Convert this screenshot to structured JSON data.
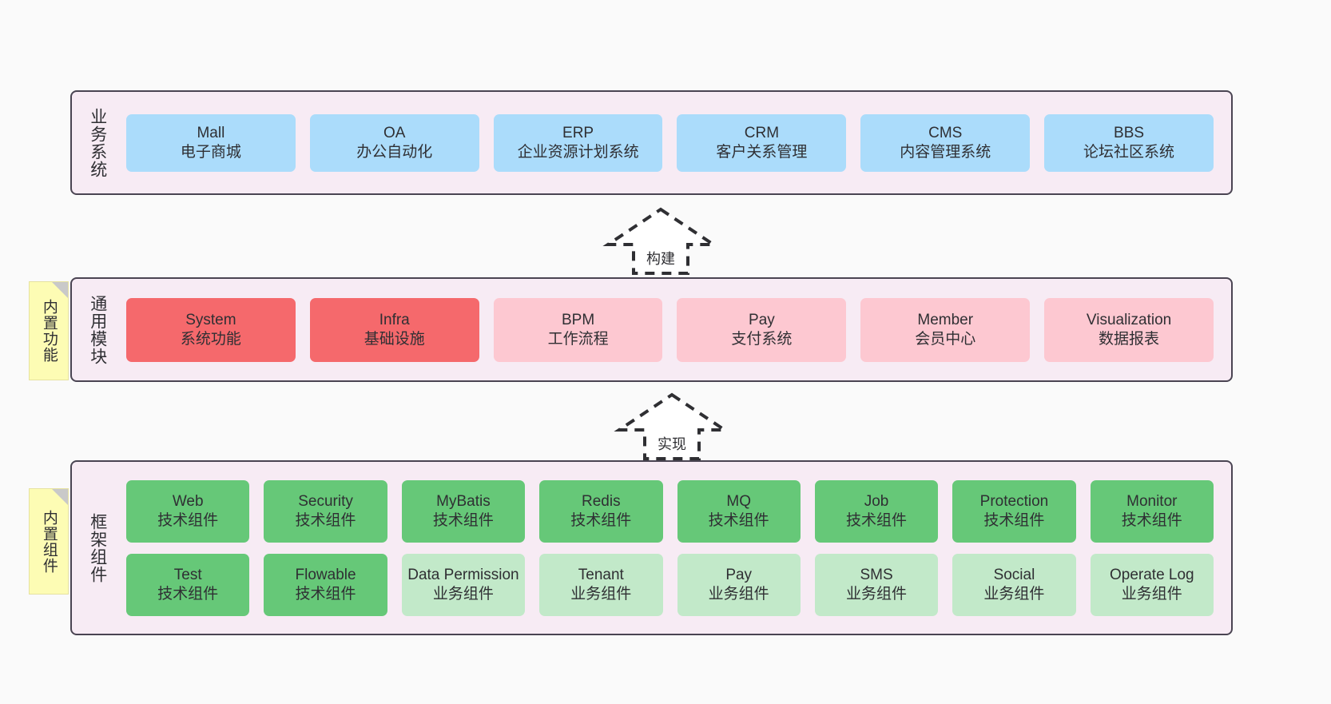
{
  "diagram": {
    "title_hidden": "",
    "colors": {
      "band_background": "#f7ebf4",
      "band_border": "#4a4452",
      "business_card": "#abdcfb",
      "common_core_card": "#f5696c",
      "common_card": "#fdc8d1",
      "framework_tech_card": "#66c878",
      "framework_biz_card": "#c2e9c9",
      "note_background": "#fdfcb4",
      "note_fold": "#c9c9c9",
      "text": "#2f2f33",
      "page_background": "#fafafa"
    }
  },
  "layers": {
    "business": {
      "label": "业务系统",
      "items": [
        {
          "name": "Mall",
          "desc": "电子商城"
        },
        {
          "name": "OA",
          "desc": "办公自动化"
        },
        {
          "name": "ERP",
          "desc": "企业资源计划系统"
        },
        {
          "name": "CRM",
          "desc": "客户关系管理"
        },
        {
          "name": "CMS",
          "desc": "内容管理系统"
        },
        {
          "name": "BBS",
          "desc": "论坛社区系统"
        }
      ]
    },
    "common": {
      "label": "通用模块",
      "note": "内置功能",
      "items": [
        {
          "name": "System",
          "desc": "系统功能"
        },
        {
          "name": "Infra",
          "desc": "基础设施"
        },
        {
          "name": "BPM",
          "desc": "工作流程"
        },
        {
          "name": "Pay",
          "desc": "支付系统"
        },
        {
          "name": "Member",
          "desc": "会员中心"
        },
        {
          "name": "Visualization",
          "desc": "数据报表"
        }
      ]
    },
    "framework": {
      "label": "框架组件",
      "note": "内置组件",
      "row1": [
        {
          "name": "Web",
          "desc": "技术组件"
        },
        {
          "name": "Security",
          "desc": "技术组件"
        },
        {
          "name": "MyBatis",
          "desc": "技术组件"
        },
        {
          "name": "Redis",
          "desc": "技术组件"
        },
        {
          "name": "MQ",
          "desc": "技术组件"
        },
        {
          "name": "Job",
          "desc": "技术组件"
        },
        {
          "name": "Protection",
          "desc": "技术组件"
        },
        {
          "name": "Monitor",
          "desc": "技术组件"
        }
      ],
      "row2": [
        {
          "name": "Test",
          "desc": "技术组件"
        },
        {
          "name": "Flowable",
          "desc": "技术组件"
        },
        {
          "name": "Data Permission",
          "desc": "业务组件"
        },
        {
          "name": "Tenant",
          "desc": "业务组件"
        },
        {
          "name": "Pay",
          "desc": "业务组件"
        },
        {
          "name": "SMS",
          "desc": "业务组件"
        },
        {
          "name": "Social",
          "desc": "业务组件"
        },
        {
          "name": "Operate Log",
          "desc": "业务组件"
        }
      ]
    }
  },
  "arrows": {
    "build": "构建",
    "implement": "实现"
  }
}
